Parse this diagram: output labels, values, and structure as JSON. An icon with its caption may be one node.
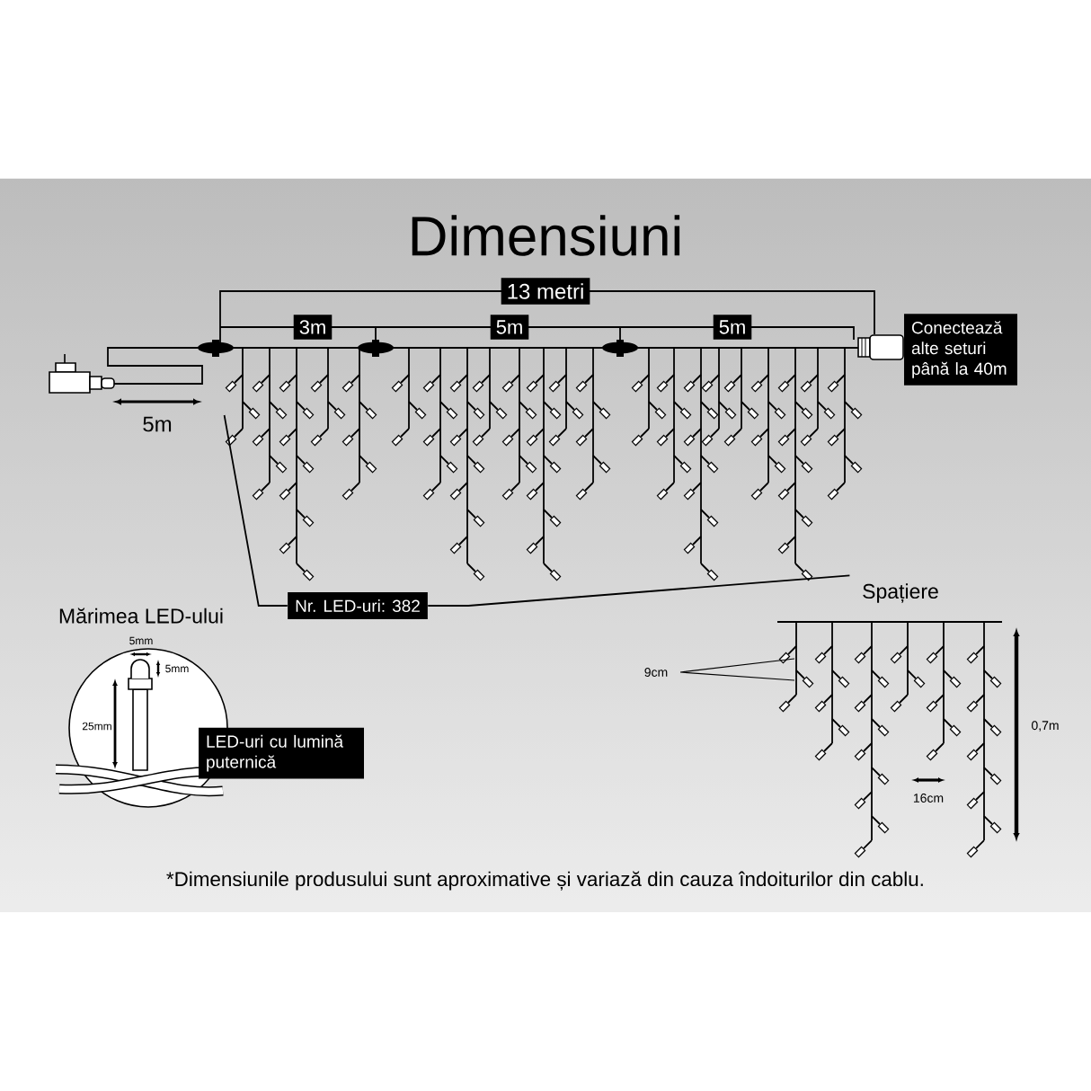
{
  "diagram": {
    "title": "Dimensiuni",
    "caption": "*Dimensiunile produsului sunt aproximative și variază din cauza îndoiturilor din cablu.",
    "nodes": [
      {
        "text": [
          "13 metri"
        ]
      },
      {
        "text": [
          "3m"
        ]
      },
      {
        "text": [
          "5m"
        ]
      },
      {
        "text": [
          "5m"
        ]
      },
      {
        "text": [
          "Conectează alte seturi până la 40m"
        ]
      },
      {
        "text": [],
        "shape": "picture"
      },
      {
        "text": [
          "Nr. LED-uri: 382"
        ]
      },
      {
        "text": [
          "LED-uri cu lumină puternică"
        ]
      }
    ],
    "edges": [
      {
        "from": 6,
        "to": 5,
        "arrow": "none"
      },
      {
        "from": 6,
        "to": 5,
        "arrow": "none"
      }
    ],
    "labels": [
      "5m",
      "Mărimea LED-ului",
      "5mm",
      "5mm",
      "25mm",
      "Spațiere",
      "9cm",
      "16cm",
      "0,7m"
    ]
  }
}
